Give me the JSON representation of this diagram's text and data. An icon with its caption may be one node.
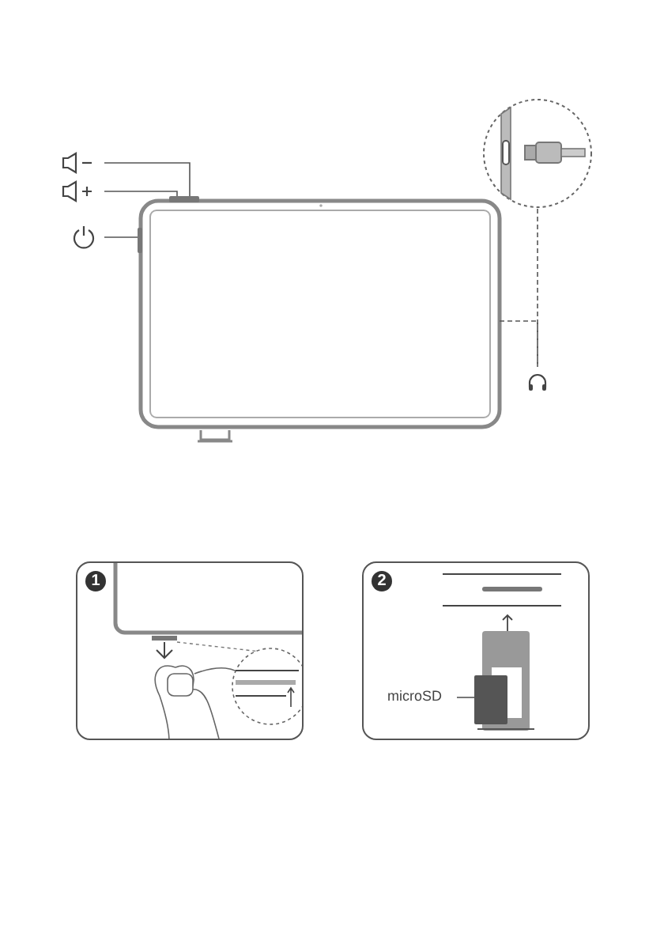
{
  "diagram": {
    "nodes": [
      {
        "text": [],
        "shape": "icon"
      },
      {
        "text": [],
        "shape": "icon"
      },
      {
        "text": [],
        "shape": "icon"
      },
      {
        "text": [],
        "shape": "picture"
      },
      {
        "text": [],
        "shape": "bar",
        "in": 3
      },
      {
        "text": [],
        "shape": "bar",
        "in": 3
      },
      {
        "text": [],
        "shape": "circle"
      },
      {
        "text": [],
        "shape": "icon"
      },
      {
        "text": [
          "microSD"
        ]
      },
      {
        "text": [],
        "shape": "box"
      }
    ],
    "edges": [
      {
        "from": 0,
        "to": 4,
        "arrow": "none"
      },
      {
        "from": 1,
        "to": 4,
        "arrow": "none"
      },
      {
        "from": 2,
        "to": 5,
        "arrow": "none"
      },
      {
        "from": 6,
        "to": 7,
        "arrow": "none",
        "style": "dashed"
      },
      {
        "from": 3,
        "to": 7,
        "arrow": "none",
        "style": "dashed"
      },
      {
        "from": 8,
        "to": 9,
        "arrow": "none"
      }
    ],
    "labels": [
      "1",
      "2"
    ]
  }
}
